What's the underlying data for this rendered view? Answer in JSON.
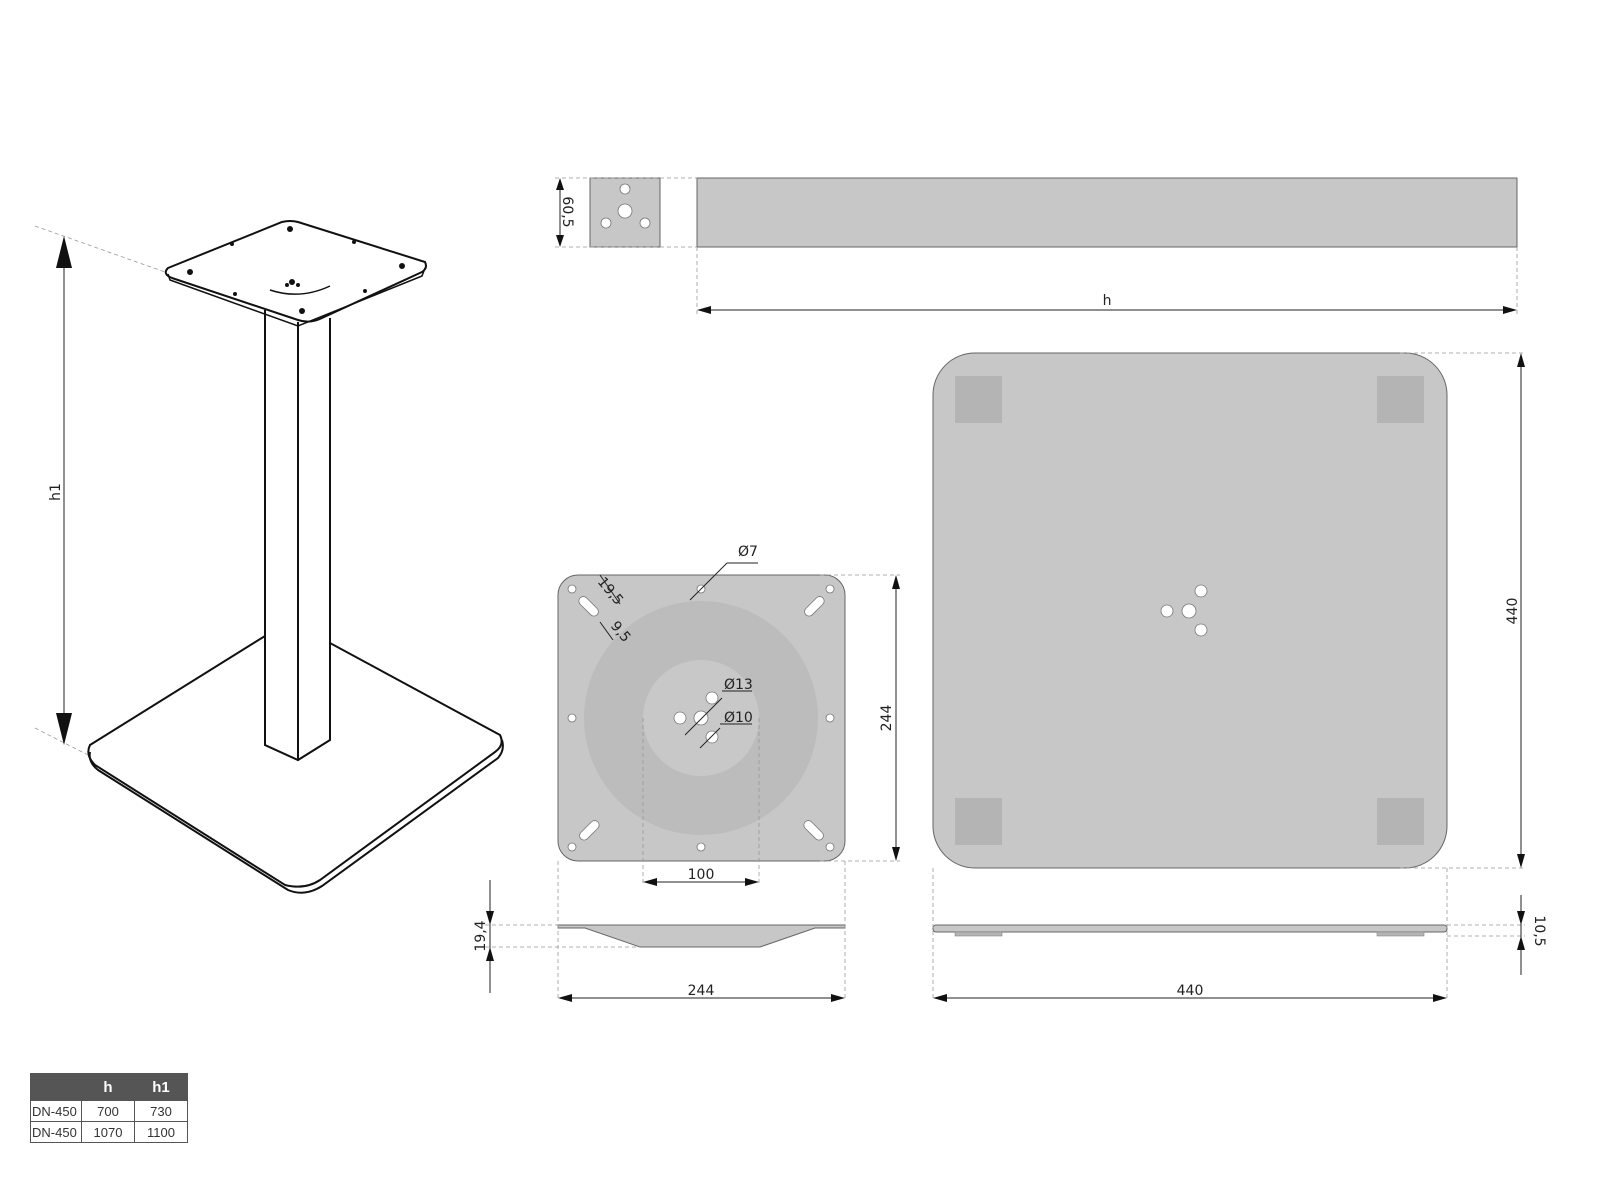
{
  "dimensions": {
    "h1": "h1",
    "h": "h",
    "profile_side": "60,5",
    "slot_width": "19,5",
    "slot_offset": "9,5",
    "hole_d7": "Ø7",
    "hole_d13": "Ø13",
    "hole_d10": "Ø10",
    "top_plate_size": "244",
    "center_recess": "100",
    "top_plate_height": "19,4",
    "top_plate_width": "244",
    "base_size": "440",
    "base_width": "440",
    "base_thickness": "10,5"
  },
  "spec_table": {
    "headers": [
      "",
      "h",
      "h1"
    ],
    "rows": [
      [
        "DN-450",
        "700",
        "730"
      ],
      [
        "DN-450",
        "1070",
        "1100"
      ]
    ]
  }
}
